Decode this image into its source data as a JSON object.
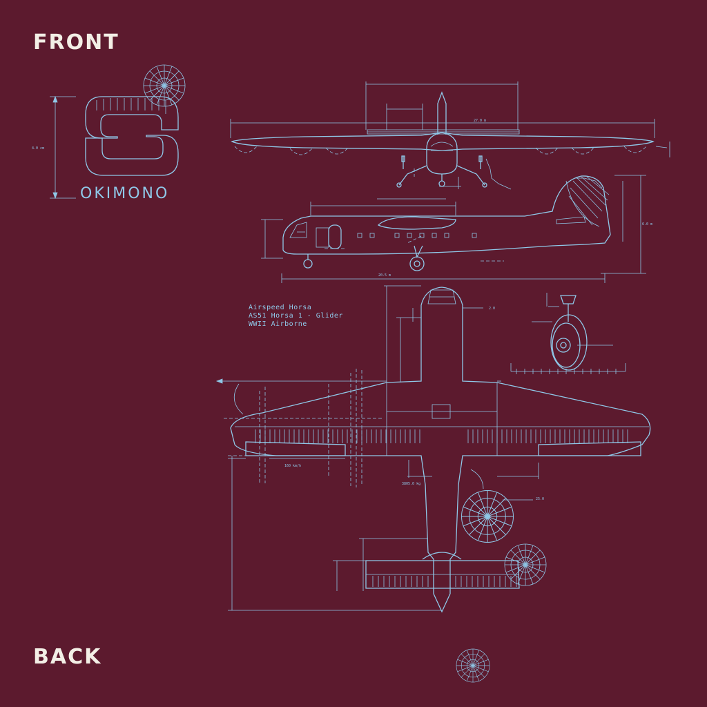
{
  "labels": {
    "front": "FRONT",
    "back": "BACK"
  },
  "brand": {
    "name": "OKIMONO",
    "dimension": "4.0 cm"
  },
  "caption": {
    "line1": "Airspeed Horsa",
    "line2": "AS51 Horsa 1 - Glider",
    "line3": "WWII Airborne"
  },
  "dimensions": {
    "front_span": "27.0 m",
    "side_length": "20.5 m",
    "side_height": "6.0 m",
    "top_cockpit": "2.0",
    "top_speed": "160 km/h",
    "top_weight": "3805.0 kg",
    "chute_size": "25.0"
  },
  "colors": {
    "background": "#5c1a2e",
    "lines": "#8fc8e8",
    "labels": "#f3efe6"
  },
  "icons": [
    "parachute-icon",
    "okimono-logo-icon",
    "wheel-icon"
  ]
}
